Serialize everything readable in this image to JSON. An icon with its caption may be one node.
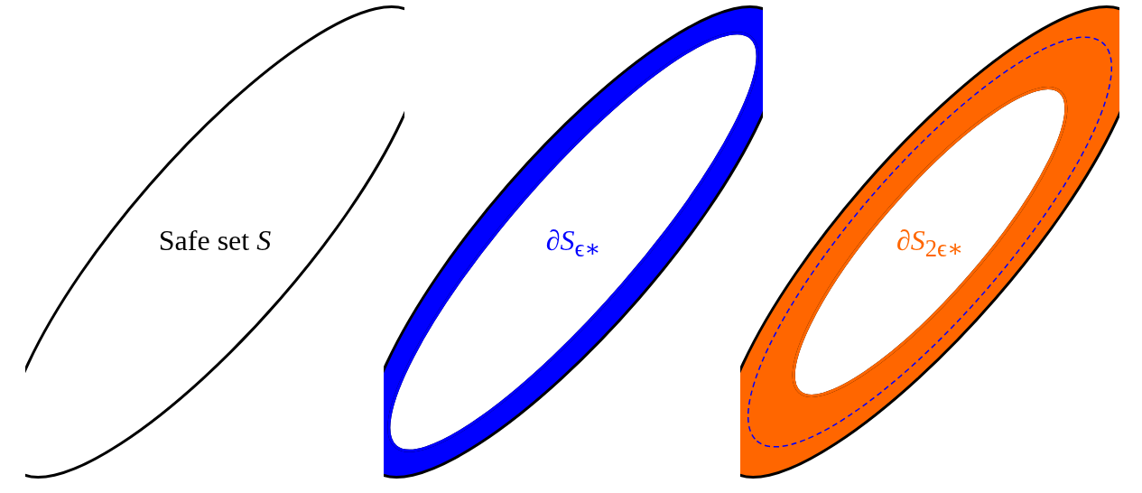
{
  "diagram": {
    "nodes": [
      {
        "text": [
          "Safe set *S*"
        ]
      },
      {
        "text": [
          "∂*S*$_{ϵ∗}$"
        ]
      },
      {
        "text": [
          "∂*S*$_{2ϵ∗}$"
        ]
      }
    ]
  }
}
